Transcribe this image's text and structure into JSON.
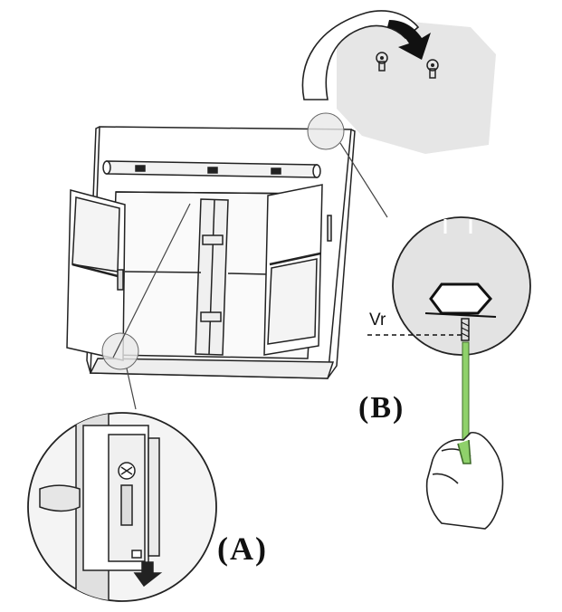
{
  "labels": {
    "callout_a": "(A)",
    "callout_b": "(B)",
    "vr": "Vr"
  },
  "colors": {
    "line": "#222222",
    "fill_panel": "#ececec",
    "fill_zoom": "#e3e3e3",
    "screwdriver": "#8fd16b"
  },
  "icons": {
    "rotate_arrow": "curved-arrow-icon",
    "bracket": "bracket-icon"
  }
}
